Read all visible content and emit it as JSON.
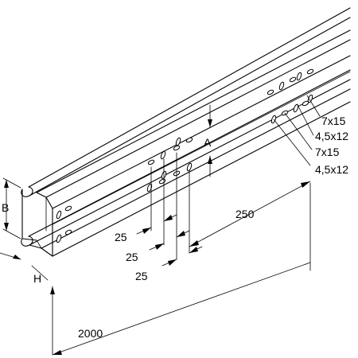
{
  "dimensions": {
    "length": "2000",
    "height": "H",
    "base": "B",
    "offset": "A",
    "pitch": "250",
    "spacing_1": "25",
    "spacing_2": "25",
    "spacing_3": "25"
  },
  "holes": {
    "slot_upper": "7x15",
    "round_upper": "4,5x12",
    "slot_lower": "7x15",
    "round_lower": "4,5x12"
  }
}
